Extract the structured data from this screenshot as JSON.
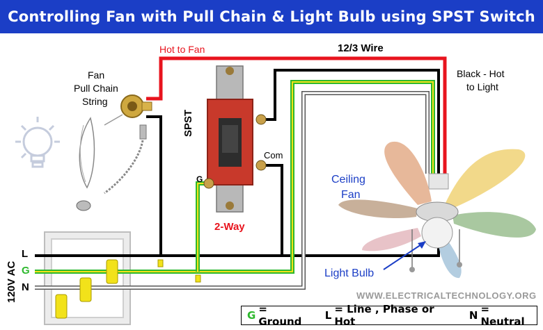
{
  "title": "Controlling Fan with Pull Chain & Light Bulb using SPST Switch",
  "labels": {
    "hot_to_fan": "Hot to Fan",
    "wire_12_3": "12/3 Wire",
    "black_hot": "Black - Hot",
    "to_light": "to Light",
    "fan": "Fan",
    "pull_chain": "Pull Chain",
    "string": "String",
    "spst": "SPST",
    "com": "Com",
    "g_terminal": "G",
    "two_way": "2-Way",
    "ceiling": "Ceiling",
    "ceiling_fan": "Fan",
    "light_bulb": "Light Bulb",
    "supply": "120V AC",
    "line": "L",
    "ground": "G",
    "neutral": "N",
    "website": "WWW.ELECTRICALTECHNOLOGY.ORG"
  },
  "legend": {
    "g_key": "G",
    "g_text": "= Ground",
    "l_key": "L",
    "l_text": "= Line , Phase or Hot",
    "n_key": "N",
    "n_text": "= Neutral"
  },
  "colors": {
    "header_bg": "#1b3ec6",
    "hot_wire": "#e8141e",
    "line_wire": "#000000",
    "ground_wire": "#2db82d",
    "ground_stripe": "#f2e21a",
    "neutral_wire": "#ffffff",
    "switch_body": "#c8392b",
    "label_blue": "#1b3ec6",
    "label_red": "#e8141e",
    "wire_nut": "#f2e21a"
  },
  "icons": [
    "light-bulb-icon",
    "pull-chain-icon",
    "switch-icon",
    "ceiling-fan-icon"
  ]
}
